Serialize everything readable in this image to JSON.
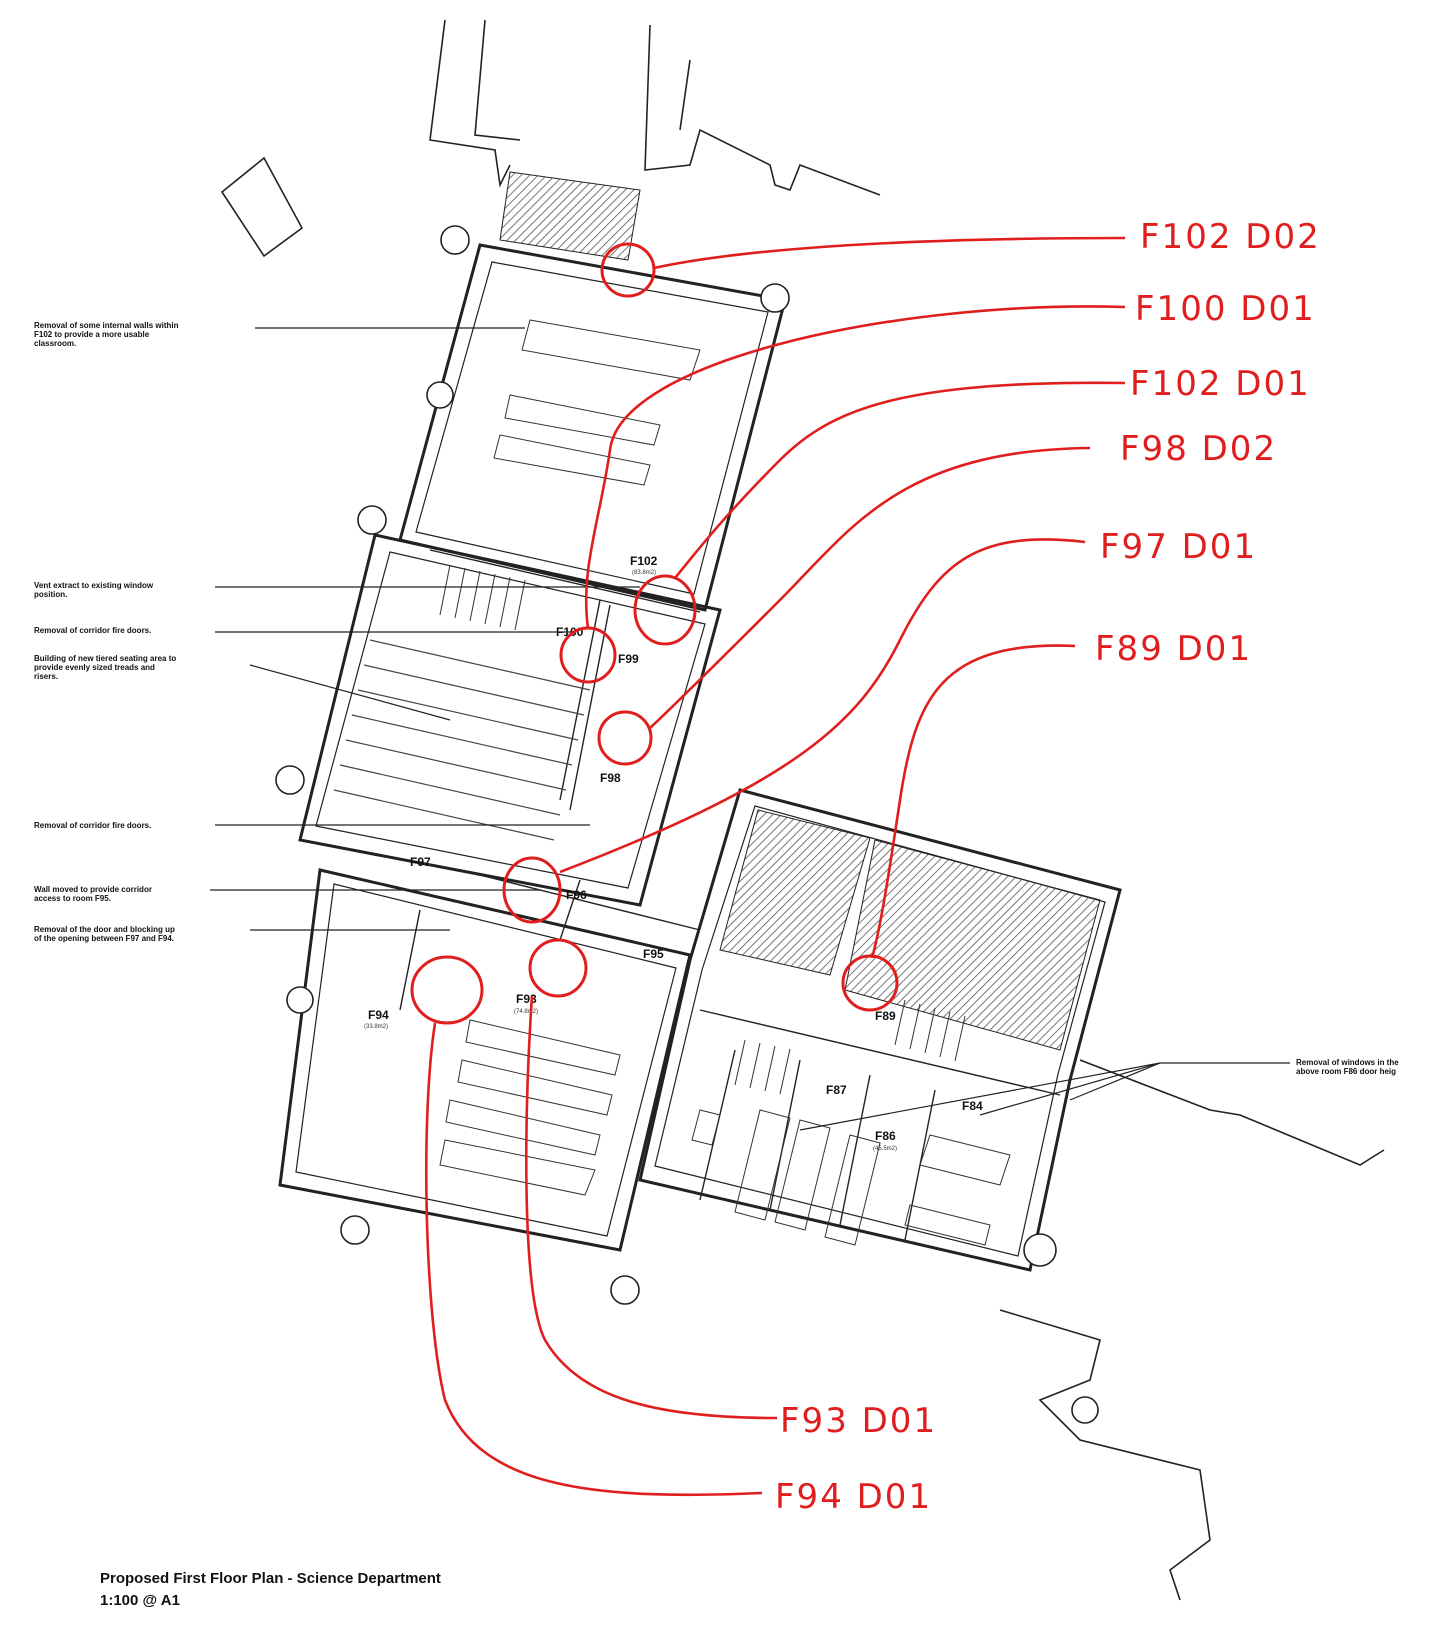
{
  "title": "Proposed First Floor Plan - Science Department",
  "scale": "1:100 @ A1",
  "notes": [
    "Removal of some internal walls within\nF102 to provide a more usable\nclassroom.",
    "Vent extract to existing window\nposition.",
    "Removal of corridor fire doors.",
    "Building of new tiered seating area to\nprovide evenly sized treads and\nrisers.",
    "Removal of corridor fire doors.",
    "Wall moved to provide corridor\naccess to room F95.",
    "Removal of the door and blocking up\nof the opening between F97 and F94.",
    "Removal of windows in the\nabove room F86 door heig"
  ],
  "rooms": {
    "f102": "F102",
    "f100": "F100",
    "f99": "F99",
    "f98": "F98",
    "f97": "F97",
    "f96": "F96",
    "f95": "F95",
    "f94": "F94",
    "f93": "F93",
    "f89": "F89",
    "f87": "F87",
    "f86": "F86",
    "f84": "F84"
  },
  "areas": {
    "f102": "(83.8m2)",
    "f94": "(33.8m2)",
    "f93": "(74.8m2)",
    "f86": "(45.5m2)"
  },
  "door_tags": [
    "F102 D02",
    "F100 D01",
    "F102 D01",
    "F98 D02",
    "F97 D01",
    "F89 D01",
    "F93 D01",
    "F94 D01"
  ],
  "colors": {
    "markup": "#e01e1e",
    "linework": "#222222",
    "hatch": "#555555"
  }
}
